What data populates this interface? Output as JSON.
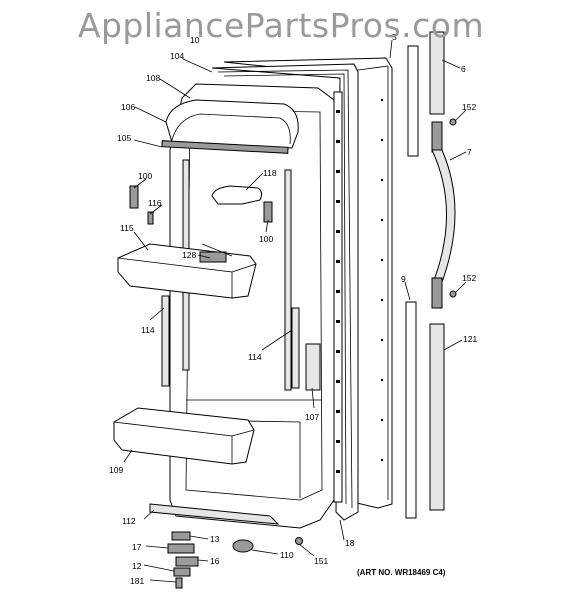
{
  "watermark": "AppliancePartsPros.com",
  "art_number": "(ART NO. WR18469 C4)",
  "callouts": {
    "c104": "104",
    "c108": "108",
    "c106": "106",
    "c105": "105",
    "c100a": "100",
    "c116": "116",
    "c115": "115",
    "c128": "128",
    "c118": "118",
    "c100b": "100",
    "c114a": "114",
    "c114b": "114",
    "c107": "107",
    "c109": "109",
    "c112": "112",
    "c13": "13",
    "c17": "17",
    "c16": "16",
    "c12": "12",
    "c181": "181",
    "c110": "110",
    "c151": "151",
    "c18": "18",
    "c6": "6",
    "c152a": "152",
    "c7": "7",
    "c9": "9",
    "c152b": "152",
    "c121": "121",
    "c10": "10",
    "c5": "5"
  }
}
